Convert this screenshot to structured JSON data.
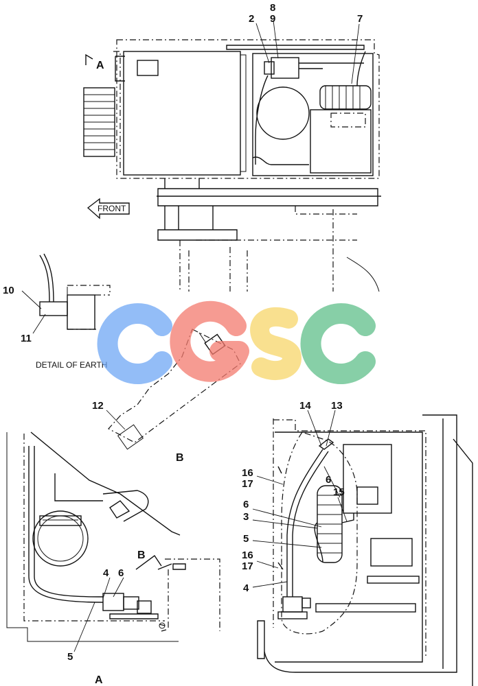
{
  "callouts": {
    "c2": "2",
    "c8": "8",
    "c9": "9",
    "c7": "7",
    "c10": "10",
    "c11": "11",
    "c12": "12",
    "c14": "14",
    "c13": "13",
    "c16a": "16",
    "c17a": "17",
    "c6a": "6",
    "c15": "15",
    "c6b": "6",
    "c3": "3",
    "c5a": "5",
    "c16b": "16",
    "c17b": "17",
    "c4a": "4",
    "c4b": "4",
    "c6c": "6",
    "c5b": "5"
  },
  "labels": {
    "view_a_top": "A",
    "front": "FRONT",
    "detail_of_earth": "DETAIL OF EARTH",
    "view_b": "B",
    "view_b_arrow": "B",
    "view_a_bottom": "A"
  },
  "watermark": {
    "letters": [
      "C",
      "G",
      "S",
      "C"
    ],
    "colors": [
      "#6fa8f5",
      "#f47a6e",
      "#f8d66a",
      "#5fbf8a"
    ]
  }
}
